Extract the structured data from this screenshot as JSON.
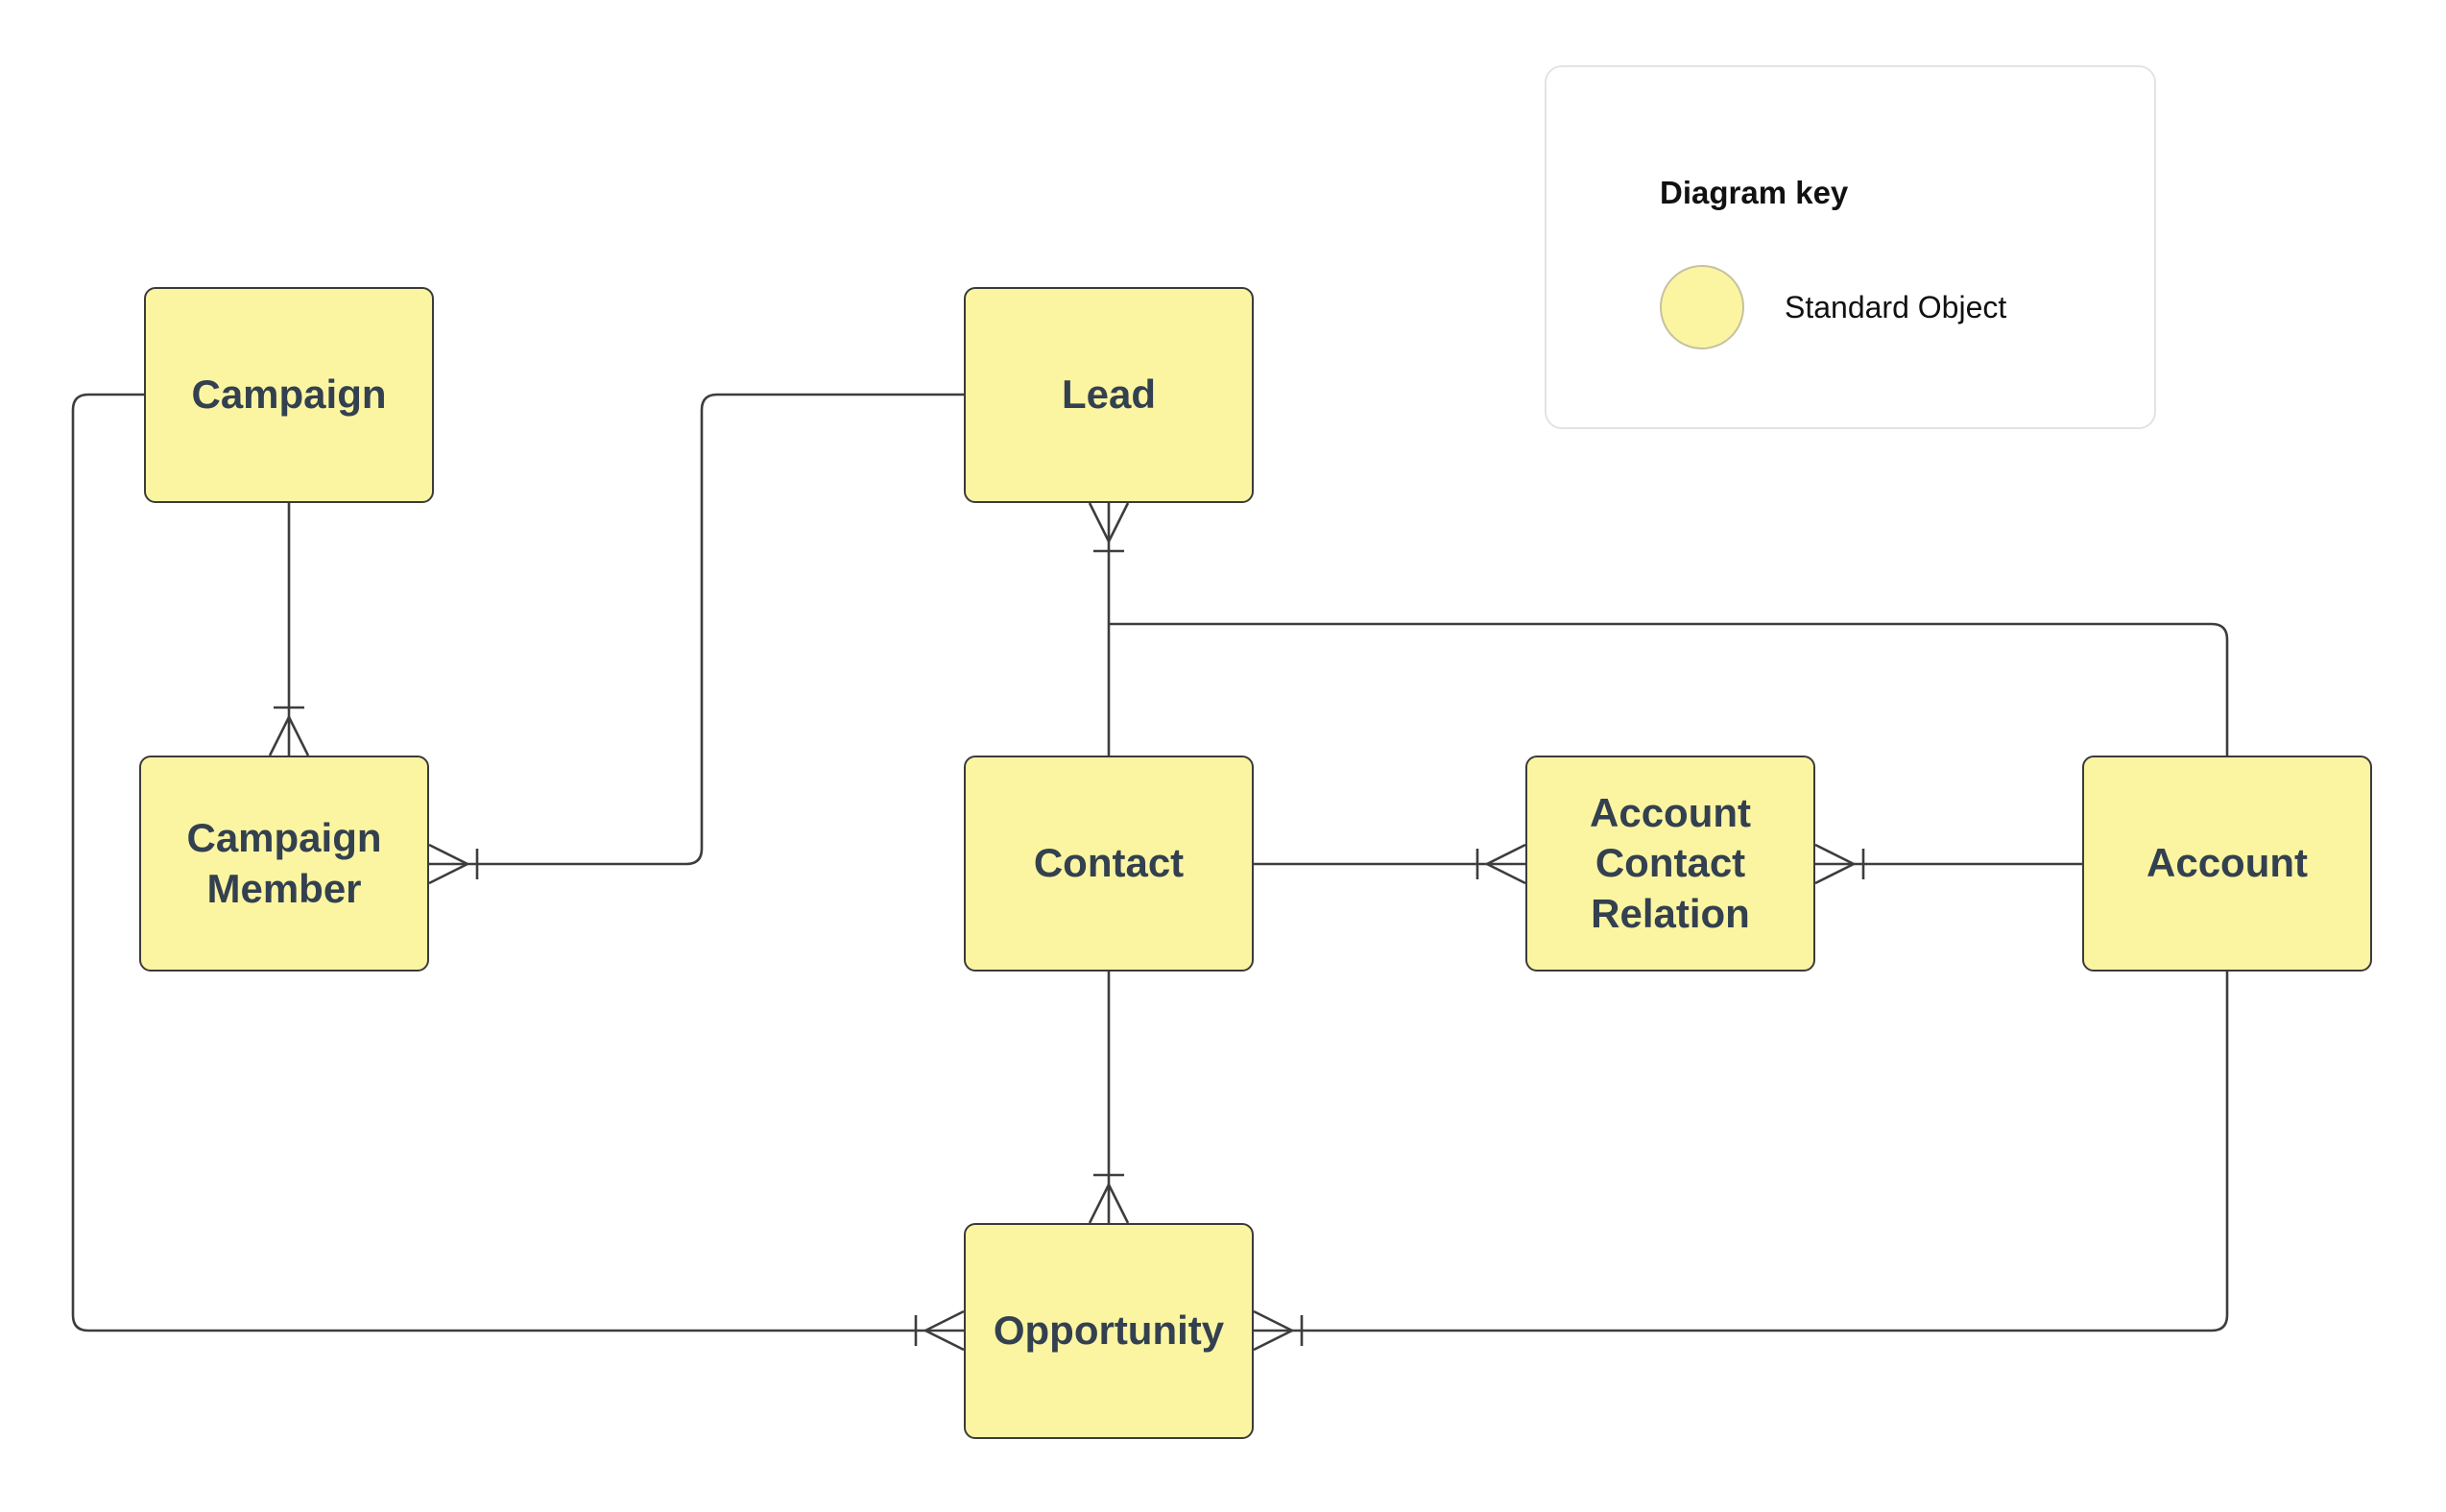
{
  "key": {
    "title": "Diagram key",
    "items": [
      {
        "swatch": "yellow-circle",
        "label": "Standard Object"
      }
    ]
  },
  "nodes": [
    {
      "id": "campaign",
      "label": "Campaign",
      "type": "standard-object"
    },
    {
      "id": "lead",
      "label": "Lead",
      "type": "standard-object"
    },
    {
      "id": "campaign-member",
      "label": "Campaign Member",
      "type": "standard-object"
    },
    {
      "id": "contact",
      "label": "Contact",
      "type": "standard-object"
    },
    {
      "id": "account-contact-relation",
      "label": "Account Contact Relation",
      "type": "standard-object"
    },
    {
      "id": "account",
      "label": "Account",
      "type": "standard-object"
    },
    {
      "id": "opportunity",
      "label": "Opportunity",
      "type": "standard-object"
    }
  ],
  "edges": [
    {
      "from": "Campaign",
      "to": "Campaign Member",
      "many_at": "Campaign Member",
      "notation": "one-to-many crow's foot"
    },
    {
      "from": "Lead",
      "to": "Campaign Member",
      "many_at": "Campaign Member",
      "notation": "one-to-many crow's foot"
    },
    {
      "from": "Contact",
      "to": "Lead",
      "many_at": "Lead",
      "notation": "one-to-many crow's foot"
    },
    {
      "from": "Account",
      "to": "Lead",
      "many_at": "Lead",
      "notation": "one-to-many crow's foot"
    },
    {
      "from": "Contact",
      "to": "Account Contact Relation",
      "many_at": "Account Contact Relation",
      "notation": "one-to-many crow's foot"
    },
    {
      "from": "Account",
      "to": "Account Contact Relation",
      "many_at": "Account Contact Relation",
      "notation": "one-to-many crow's foot"
    },
    {
      "from": "Contact",
      "to": "Opportunity",
      "many_at": "Opportunity",
      "notation": "one-to-many crow's foot"
    },
    {
      "from": "Campaign",
      "to": "Opportunity",
      "many_at": "Opportunity",
      "notation": "one-to-many crow's foot"
    },
    {
      "from": "Account",
      "to": "Opportunity",
      "many_at": "Opportunity",
      "notation": "one-to-many crow's foot"
    }
  ],
  "colors": {
    "node_fill": "#FBF5A2",
    "node_border": "#3b3b3b",
    "node_text": "#33404f",
    "connector": "#3d3d3d",
    "key_panel_border": "#e3e3e3",
    "background": "#ffffff"
  }
}
